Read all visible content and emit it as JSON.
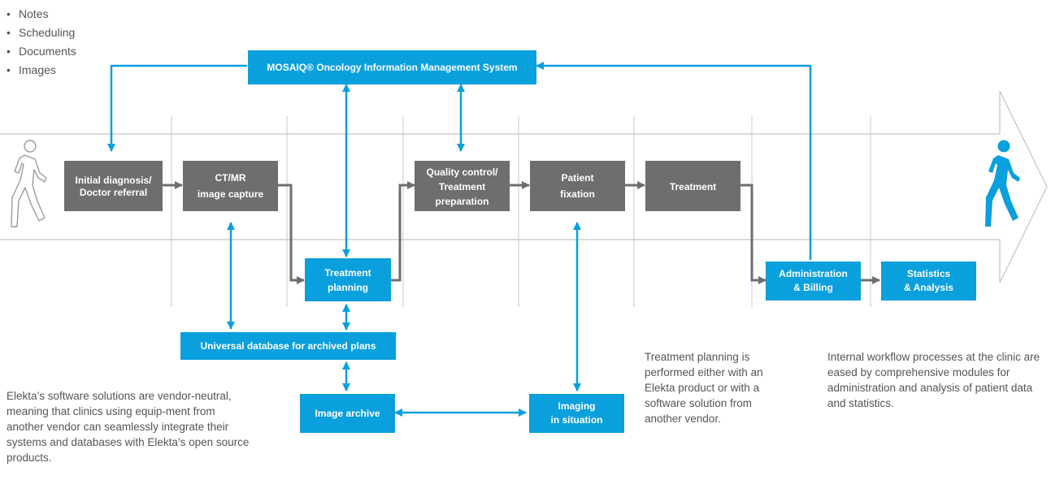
{
  "bullets": [
    "Notes",
    "Scheduling",
    "Documents",
    "Images"
  ],
  "nodes": {
    "initial_diagnosis": [
      "Initial diagnosis/",
      "Doctor referral"
    ],
    "ct_mr": [
      "CT/MR",
      "image capture"
    ],
    "quality_control": [
      "Quality control/",
      "Treatment",
      "preparation"
    ],
    "patient_fixation": [
      "Patient",
      "fixation"
    ],
    "treatment": [
      "Treatment"
    ],
    "mosaiq": [
      "MOSAIQ® Oncology Information Management System"
    ],
    "treatment_planning": [
      "Treatment",
      "planning"
    ],
    "administration": [
      "Administration",
      "& Billing"
    ],
    "statistics": [
      "Statistics",
      "& Analysis"
    ],
    "universal_db": [
      "Universal database for archived plans"
    ],
    "image_archive": [
      "Image archive"
    ],
    "imaging_in_situation": [
      "Imaging",
      "in situation"
    ]
  },
  "texts": {
    "vendor_neutral": "Elekta’s software solutions are vendor-neutral, meaning that clinics using equip-ment from another vendor can seamlessly integrate their systems and databases with Elekta’s open source products.",
    "planning_note": "Treatment planning is performed either with an Elekta product or with a software solution from another vendor.",
    "workflow_note": "Internal workflow processes at the clinic are eased by comprehensive modules for administration and analysis of patient data and statistics."
  },
  "icons": {
    "start": "walking-person-outline-icon",
    "end": "walking-person-filled-icon"
  },
  "colors": {
    "process_box": "#6d6e70",
    "system_box": "#0a9fdd",
    "connector_gray": "#6d6e70",
    "connector_blue": "#0a9fdd",
    "text": "#555555"
  }
}
